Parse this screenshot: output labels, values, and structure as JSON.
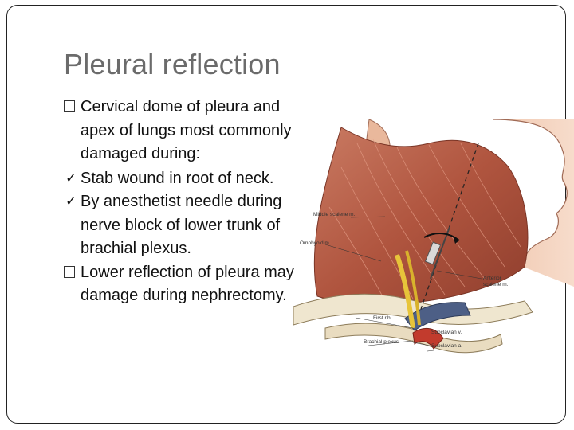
{
  "slide": {
    "title": "Pleural reflection",
    "bullets": [
      {
        "marker": "box",
        "text": "Cervical dome of pleura and apex of lungs most commonly damaged during:"
      },
      {
        "marker": "check",
        "text": "Stab wound in root of neck."
      },
      {
        "marker": "check",
        "text": "By anesthetist needle during nerve block of lower trunk of brachial plexus."
      },
      {
        "marker": "box",
        "text": "Lower reflection of pleura may damage during nephrectomy."
      }
    ]
  },
  "figure": {
    "labels": {
      "middle_scalene": "Middle scalene m.",
      "omohyoid": "Omohyoid m.",
      "anterior_scalene_1": "Anterior",
      "anterior_scalene_2": "scalene m.",
      "first_rib": "First rib",
      "subclavian_v": "Subclavian v.",
      "brachial_plexus": "Brachial plexus",
      "subclavian_a": "Subclavian a."
    }
  },
  "colors": {
    "title": "#6b6b6b",
    "muscle": "#b8604a",
    "skin": "#f3d2bd",
    "vein": "#4d5f86"
  }
}
